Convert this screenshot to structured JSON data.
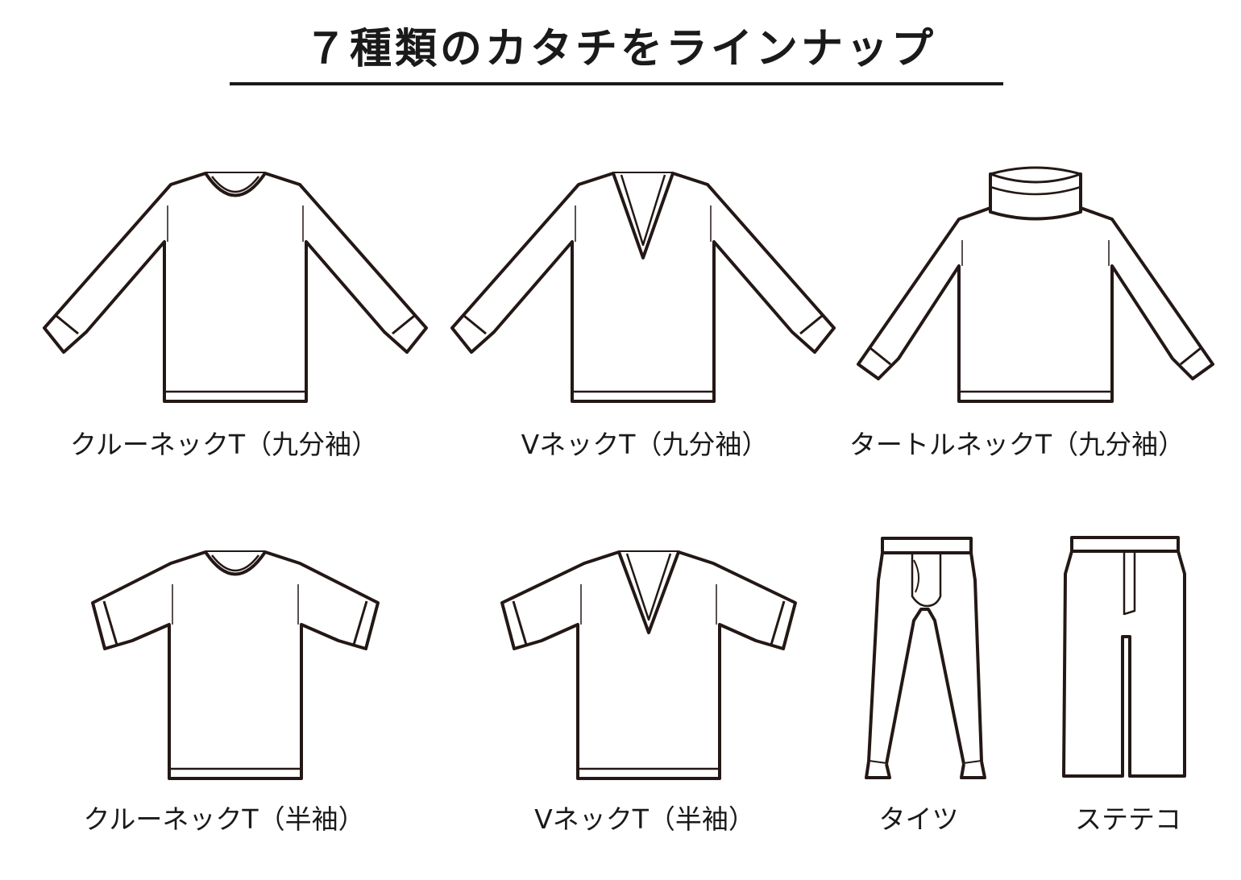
{
  "title": "７種類のカタチをラインナップ",
  "items": [
    {
      "label": "クルーネックT（九分袖）"
    },
    {
      "label": "VネックT（九分袖）"
    },
    {
      "label": "タートルネックT（九分袖）"
    },
    {
      "label": "クルーネックT（半袖）"
    },
    {
      "label": "VネックT（半袖）"
    },
    {
      "label": "タイツ"
    },
    {
      "label": "ステテコ"
    }
  ],
  "colors": {
    "line": "#231815",
    "background": "#ffffff"
  }
}
